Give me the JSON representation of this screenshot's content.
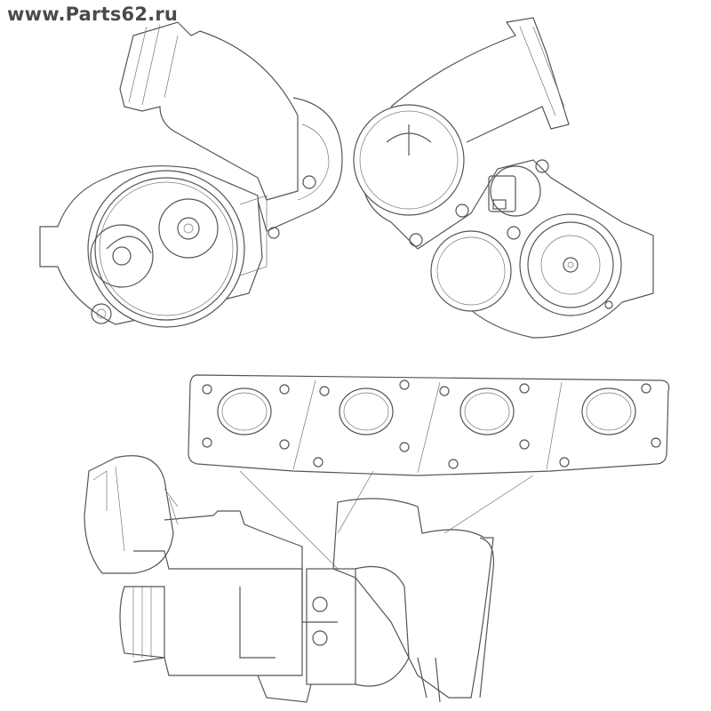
{
  "watermark": {
    "text": "www.Parts62.ru"
  },
  "drawing": {
    "subject": "turbocharger-with-exhaust-manifold",
    "views": 3
  }
}
